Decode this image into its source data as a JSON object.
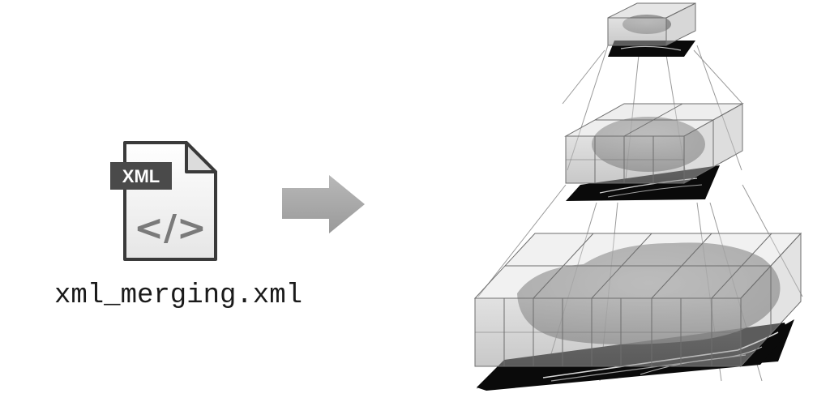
{
  "file": {
    "badge": "XML",
    "glyph": "</>",
    "name": "xml_merging.xml",
    "icon": "xml-file-icon"
  },
  "arrow": {
    "icon": "right-arrow-icon"
  },
  "pyramid": {
    "levels": 3,
    "description_icon": "multiresolution-pyramid"
  },
  "colors": {
    "icon_border": "#3a3a3a",
    "badge_bg": "#4a4a4a",
    "glyph": "#7a7a7a",
    "arrow": "#a8a8a8",
    "slab": "#0a0a0a"
  }
}
